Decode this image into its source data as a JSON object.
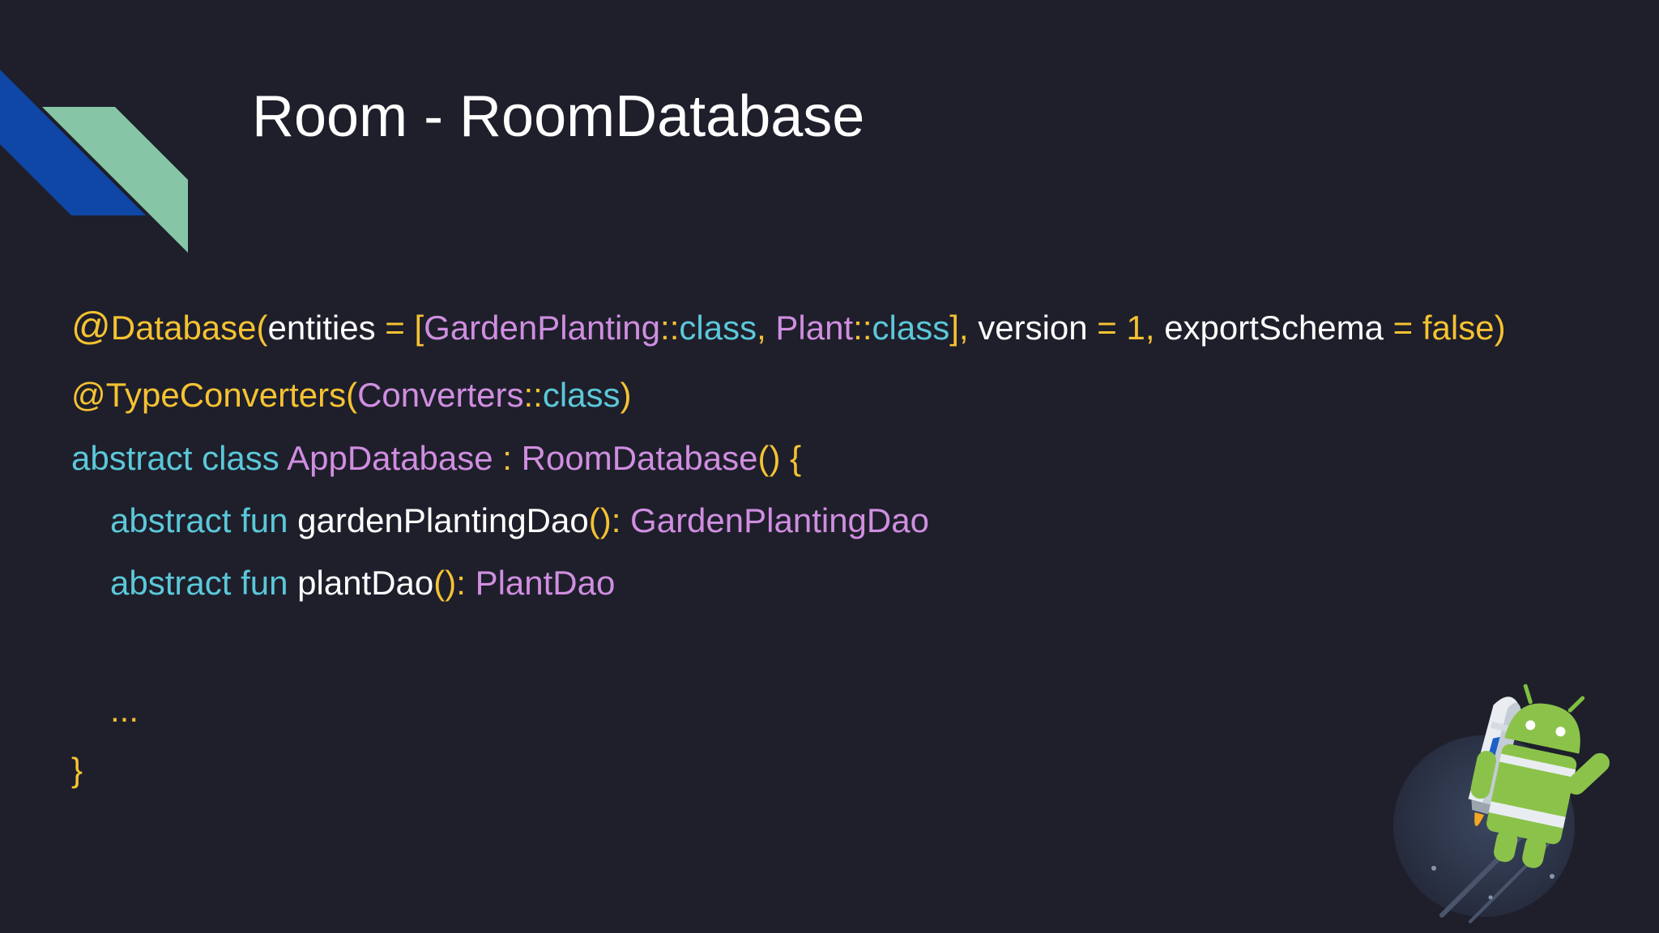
{
  "slide": {
    "title": "Room - RoomDatabase"
  },
  "code": {
    "line1": {
      "at": "@",
      "annotation": "Database",
      "open_paren": "(",
      "param_entities": "entities",
      "eq1": " = ",
      "bracket_open": "[",
      "class1": "GardenPlanting",
      "sep1": "::",
      "kw_class1": "class",
      "comma1": ", ",
      "class2": "Plant",
      "sep2": "::",
      "kw_class2": "class",
      "bracket_close": "]",
      "comma2": ", ",
      "param_version": "version",
      "eq2": " = ",
      "version_value": "1",
      "comma3": ", ",
      "param_export": "exportSchema",
      "eq3": " = ",
      "export_value": "false",
      "close_paren": ")"
    },
    "line2": {
      "annotation": "@TypeConverters(",
      "class": "Converters",
      "sep": "::",
      "kw_class": "class",
      "close_paren": ")"
    },
    "line3": {
      "keywords": "abstract class ",
      "class_name": "AppDatabase",
      "colon": " : ",
      "super_class": "RoomDatabase",
      "parens": "() {"
    },
    "line4": {
      "keywords": "abstract fun ",
      "fn_name": "gardenPlantingDao",
      "parens": "(): ",
      "return_type": "GardenPlantingDao"
    },
    "line5": {
      "keywords": "abstract fun ",
      "fn_name": "plantDao",
      "parens": "(): ",
      "return_type": "PlantDao"
    },
    "line6": {
      "ellipsis": "..."
    },
    "line7": {
      "closing_brace": "}"
    }
  },
  "colors": {
    "background": "#1e1f2b",
    "annotation_yellow": "#f5c232",
    "identifier_white": "#ffffff",
    "type_purple": "#d08ee0",
    "keyword_teal": "#5bc8d9",
    "deco_blue": "#0f47a6",
    "deco_green": "#86c6a6"
  },
  "icons": {
    "corner_decoration": "diagonal-stripes-icon",
    "mascot": "android-rocket-icon"
  }
}
